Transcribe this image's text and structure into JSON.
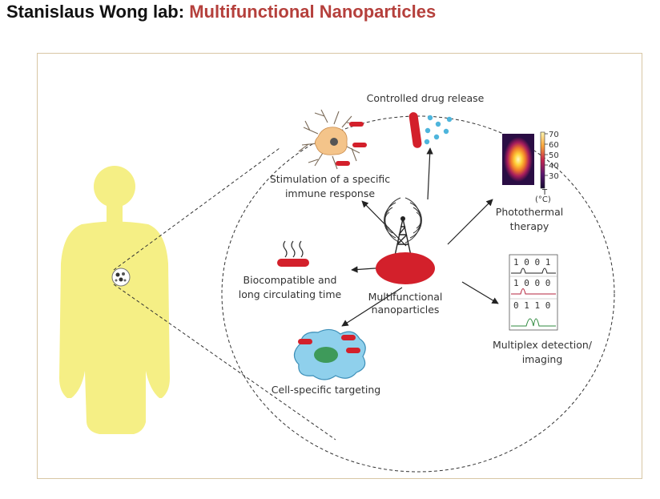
{
  "page": {
    "title_prefix": "Stanislaus Wong lab: ",
    "title_accent": "Multifunctional Nanoparticles"
  },
  "colors": {
    "accent": "#b5403c",
    "body": "#f5ef85",
    "nanoparticle": "#d3202b",
    "frame": "#d8c6a4"
  },
  "diagram": {
    "center_label": [
      "Multifunctional",
      "nanoparticles"
    ],
    "functions": [
      {
        "id": "drug",
        "lines": [
          "Controlled drug release"
        ]
      },
      {
        "id": "photothermal",
        "lines": [
          "Photothermal",
          "therapy"
        ]
      },
      {
        "id": "multiplex",
        "lines": [
          "Multiplex detection/",
          "imaging"
        ]
      },
      {
        "id": "targeting",
        "lines": [
          "Cell-specific targeting"
        ]
      },
      {
        "id": "biocompat",
        "lines": [
          "Biocompatible and",
          "long circulating time"
        ]
      },
      {
        "id": "immune",
        "lines": [
          "Stimulation of a specific",
          "immune response"
        ]
      }
    ],
    "thermal_scale": {
      "ticks": [
        "70",
        "60",
        "50",
        "40",
        "30"
      ],
      "unit_top": "T",
      "unit_bottom": "(°C)"
    },
    "barcodes": [
      "1 0 0 1",
      "1 0 0 0",
      "0 1 1 0"
    ]
  }
}
